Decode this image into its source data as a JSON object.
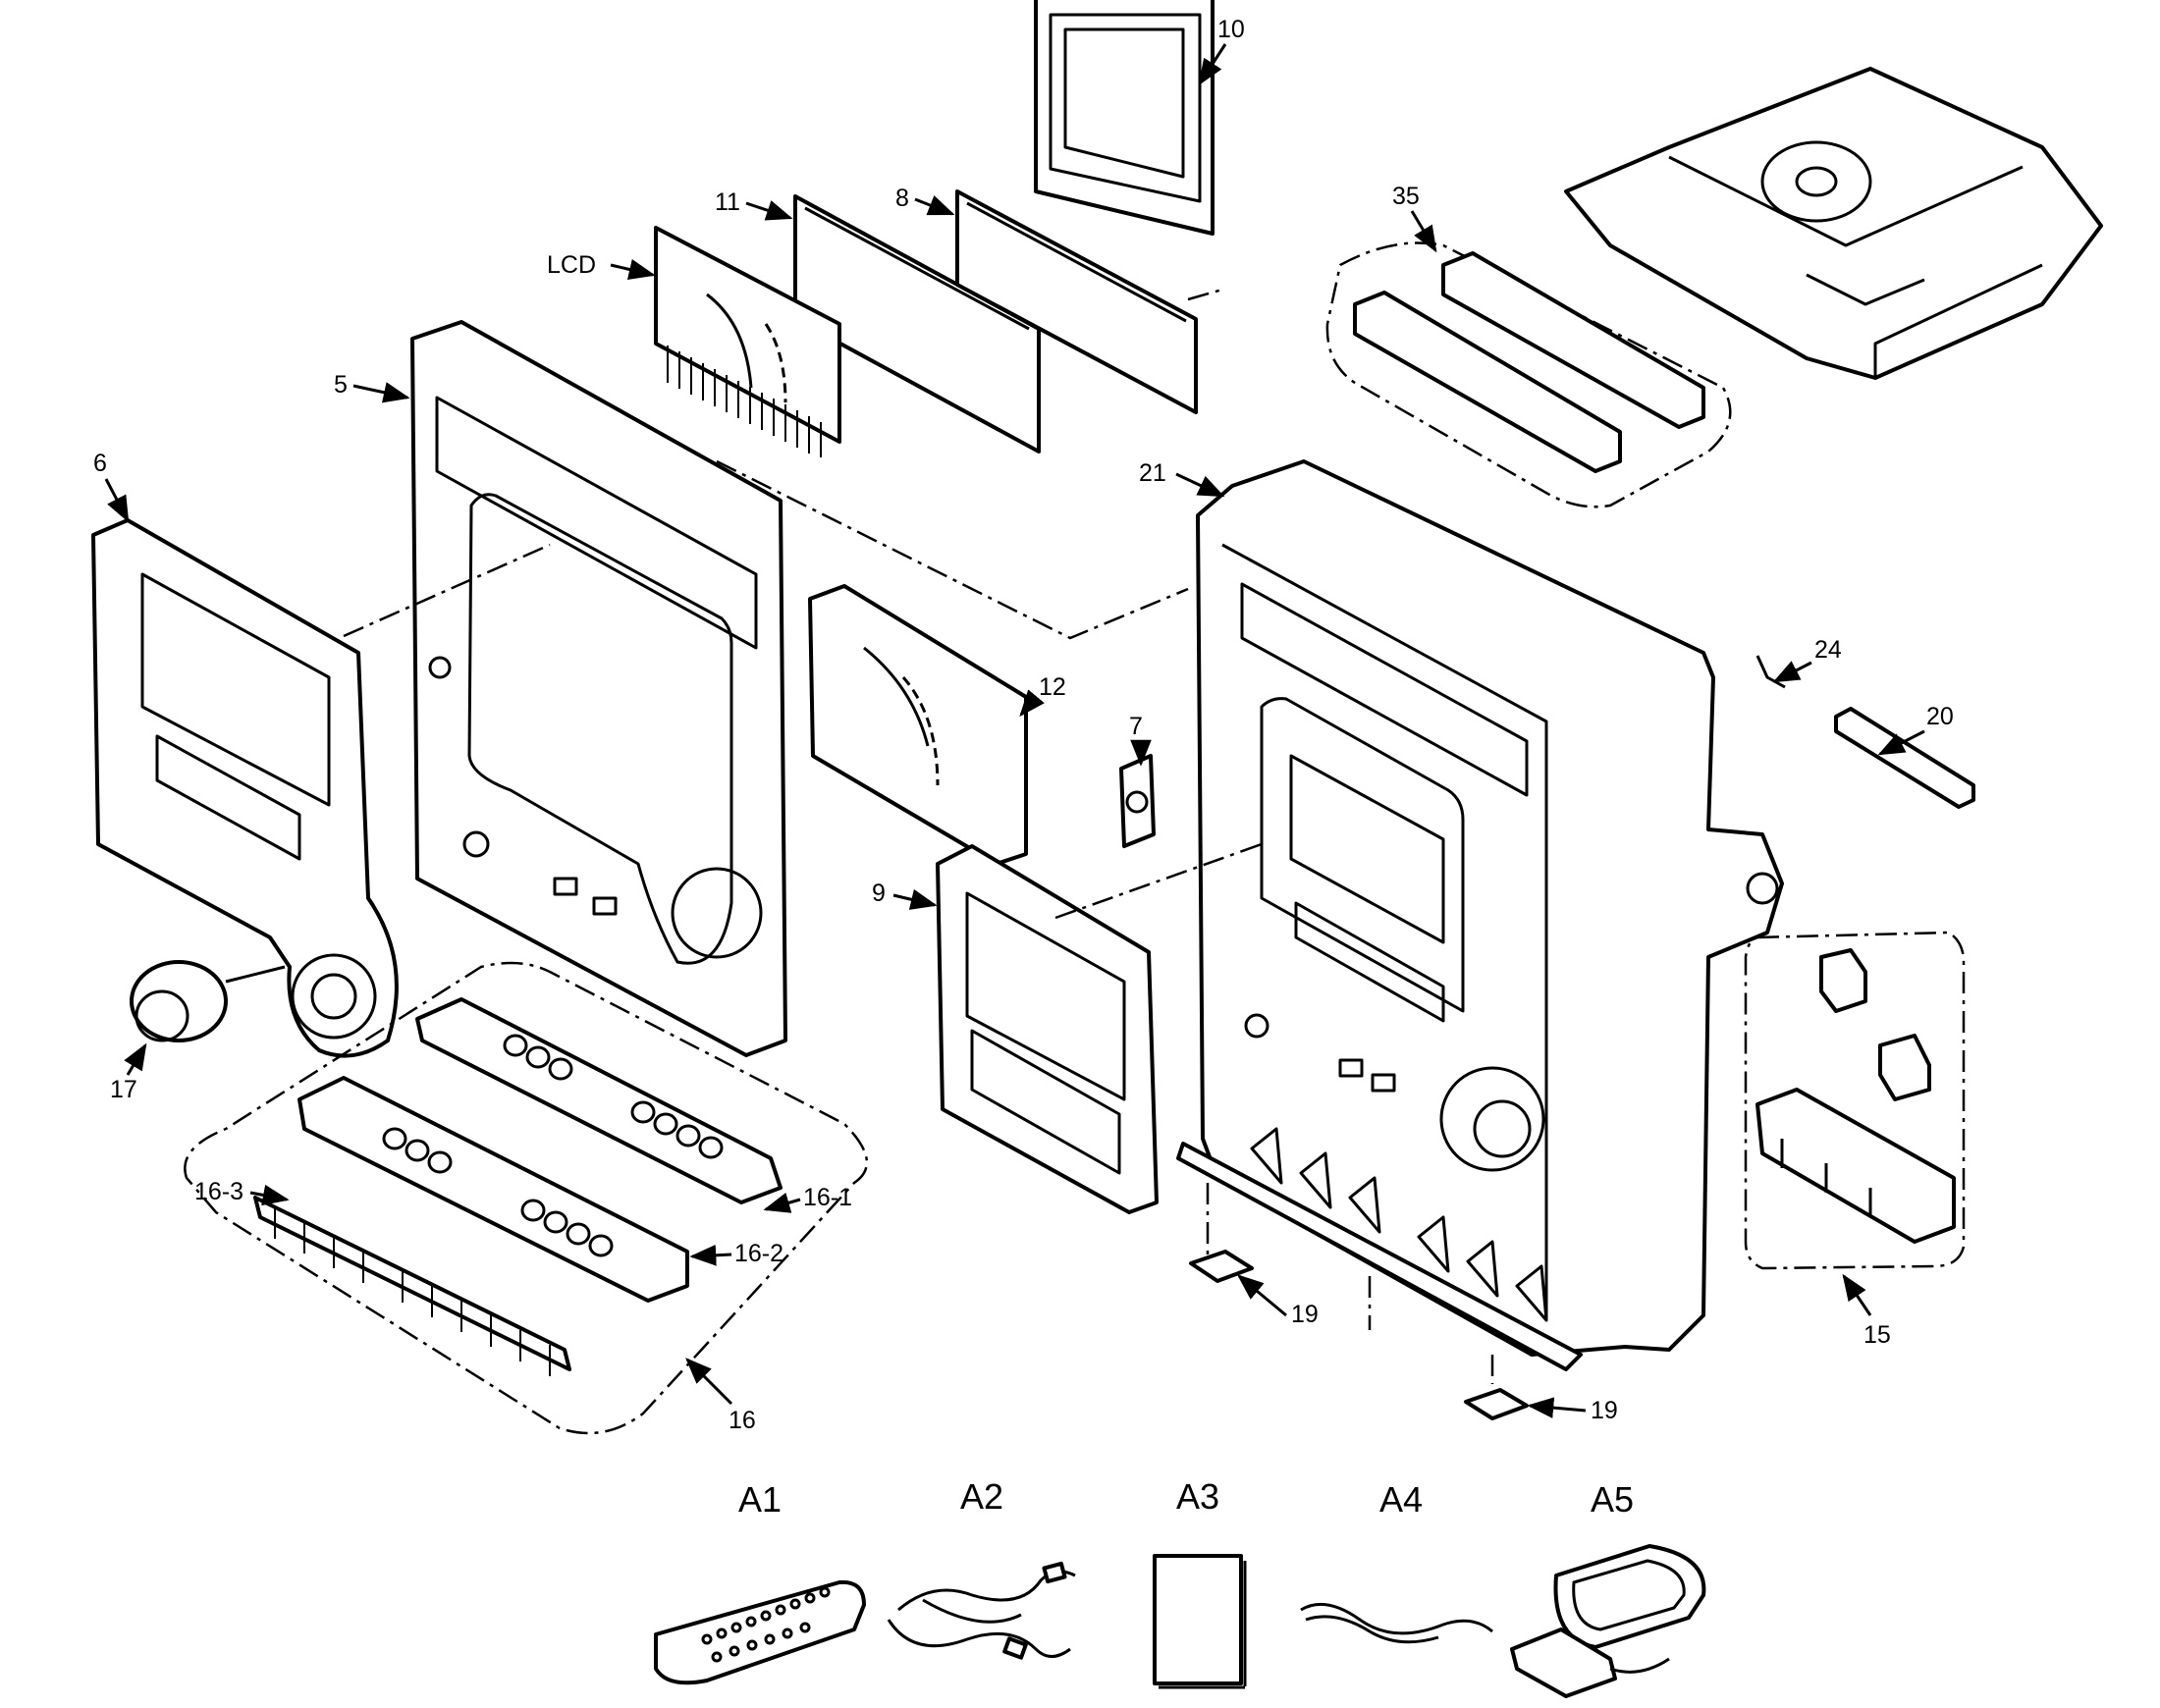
{
  "callouts": {
    "p10": "10",
    "p11": "11",
    "p8": "8",
    "lcd": "LCD",
    "p35": "35",
    "p5": "5",
    "p6": "6",
    "p21": "21",
    "p12": "12",
    "p7": "7",
    "p24": "24",
    "p20": "20",
    "p9": "9",
    "p17": "17",
    "p16_3": "16-3",
    "p16_1": "16-1",
    "p16_2": "16-2",
    "p16": "16",
    "p15": "15",
    "p19a": "19",
    "p19b": "19"
  },
  "accessories": {
    "a1": "A1",
    "a2": "A2",
    "a3": "A3",
    "a4": "A4",
    "a5": "A5"
  }
}
